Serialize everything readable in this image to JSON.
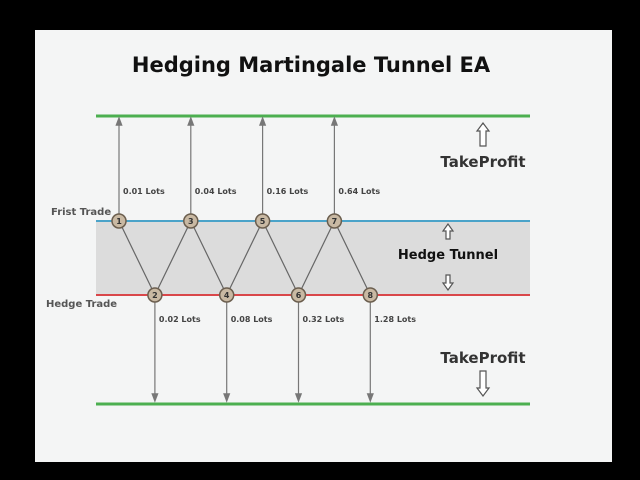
{
  "title": "Hedging Martingale Tunnel EA",
  "first_trade_label": "Frist Trade",
  "hedge_trade_label": "Hedge Trade",
  "tunnel_label": "Hedge Tunnel",
  "takeprofit_top": "TakeProfit",
  "takeprofit_bottom": "TakeProfit",
  "colors": {
    "takeprofit_line": "#4caf50",
    "first_trade_line": "#4aa3c9",
    "hedge_line": "#d9474a",
    "tunnel_fill": "#dcdcdc",
    "node_fill": "#c9b9a3"
  },
  "trades": [
    {
      "n": "1",
      "lots": "0.01 Lots",
      "side": "first"
    },
    {
      "n": "2",
      "lots": "0.02 Lots",
      "side": "hedge"
    },
    {
      "n": "3",
      "lots": "0.04 Lots",
      "side": "first"
    },
    {
      "n": "4",
      "lots": "0.08 Lots",
      "side": "hedge"
    },
    {
      "n": "5",
      "lots": "0.16 Lots",
      "side": "first"
    },
    {
      "n": "6",
      "lots": "0.32 Lots",
      "side": "hedge"
    },
    {
      "n": "7",
      "lots": "0.64 Lots",
      "side": "first"
    },
    {
      "n": "8",
      "lots": "1.28 Lots",
      "side": "hedge"
    }
  ]
}
